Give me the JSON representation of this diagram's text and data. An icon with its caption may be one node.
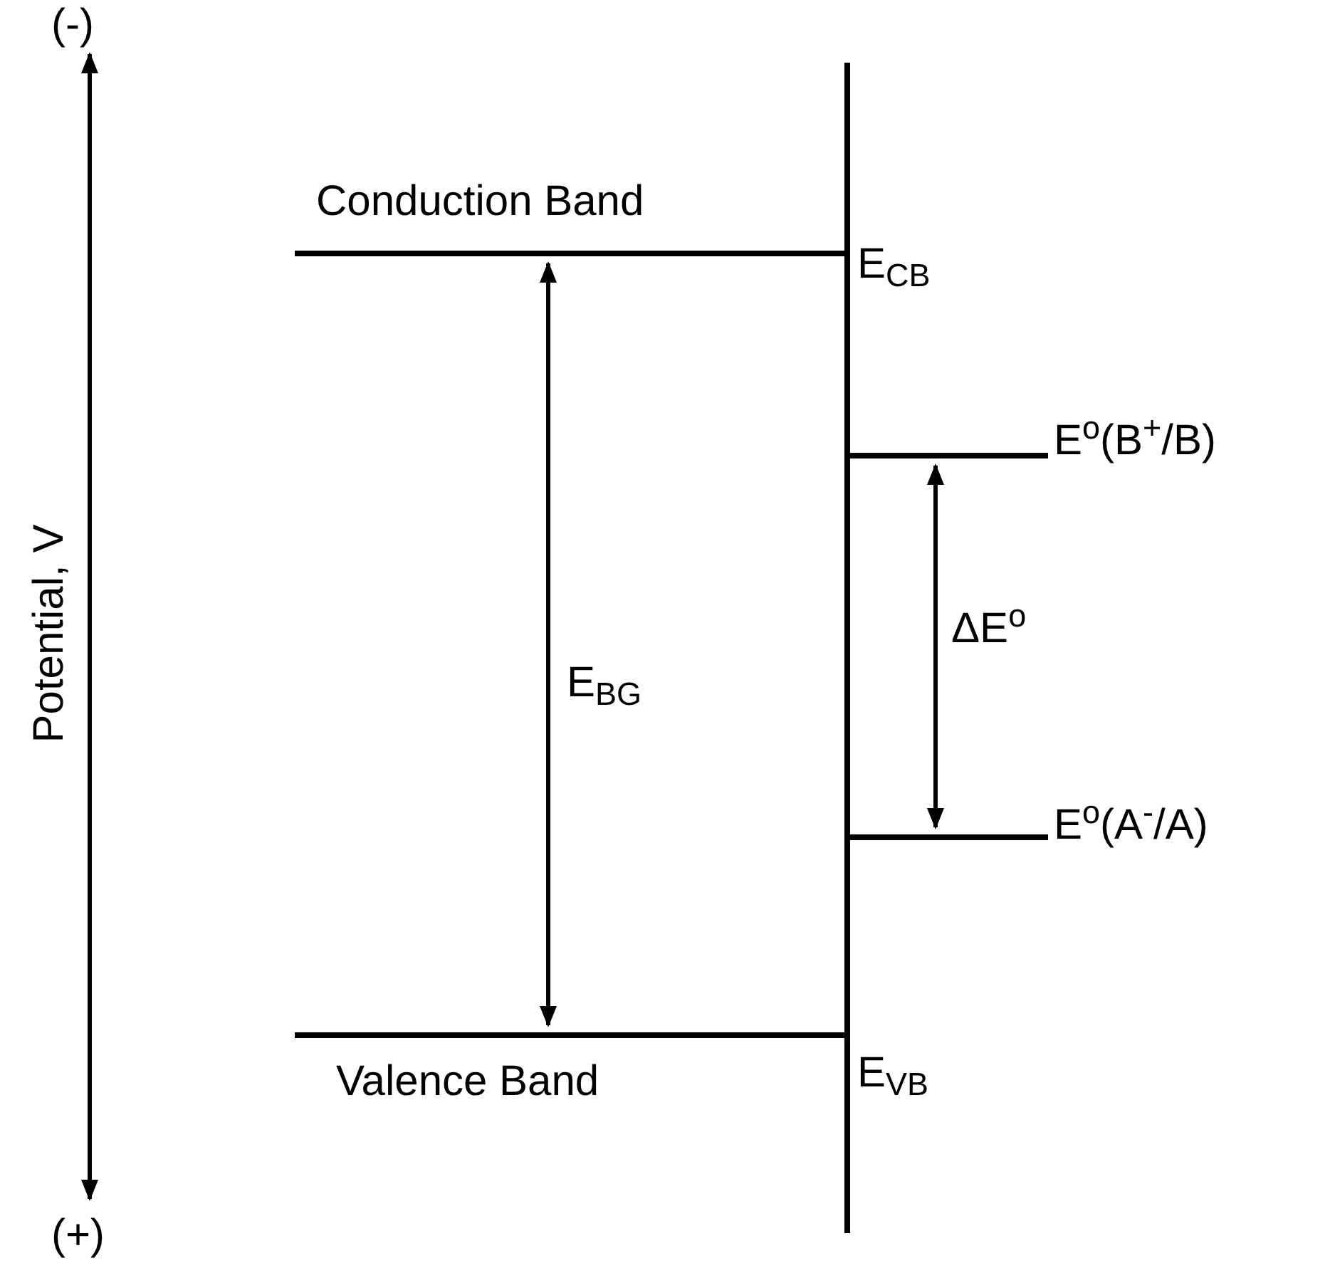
{
  "diagram": {
    "labels": [
      "(-)",
      "Conduction Band",
      "E$_{CB}$",
      "E$^{o}$(B$^{+}$/B)",
      "Potential, V",
      "E$_{BG}$",
      "ΔE$^{o}$",
      "E$^{o}$(A$^{-}$/A)",
      "E$_{VB}$",
      "Valence Band",
      "(+)"
    ]
  }
}
